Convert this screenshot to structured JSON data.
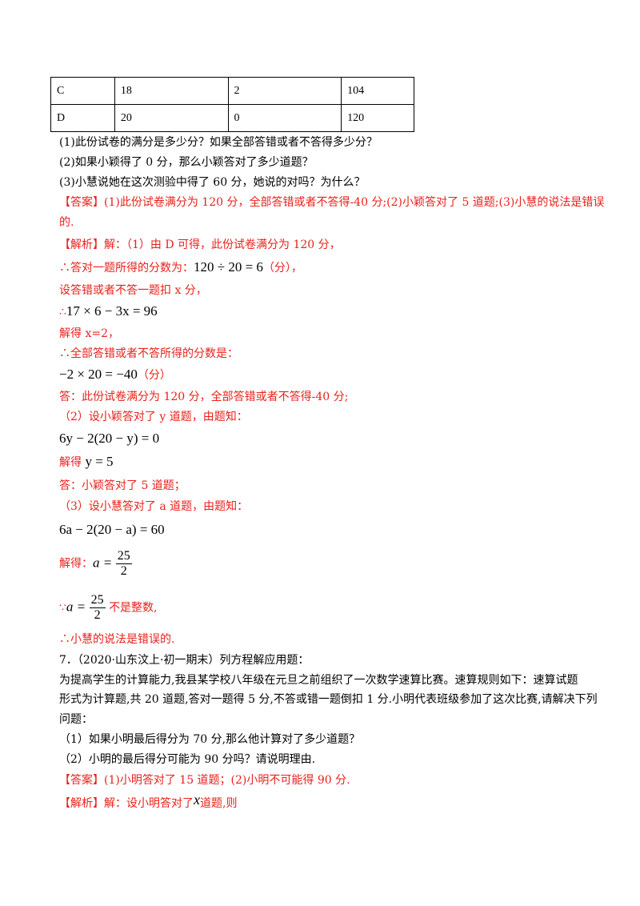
{
  "table": {
    "rows": [
      [
        "C",
        "18",
        "2",
        "104"
      ],
      [
        "D",
        "20",
        "0",
        "120"
      ]
    ]
  },
  "questions": {
    "q1": "(1)此份试卷的满分是多少分？如果全部答错或者不答得多少分？",
    "q2": "(2)如果小颖得了 0 分，那么小颖答对了多少道题？",
    "q3": "(3)小慧说她在这次测验中得了 60 分，她说的对吗？为什么？"
  },
  "answer6": {
    "tag": "【答案】",
    "text1": "(1)此份试卷满分为 120 分，全部答错或者不答得-40 分;(2)小颖答对了 5 道题;(3)小慧的说法是错误",
    "text2": "的."
  },
  "analysis6": {
    "tag": "【解析】",
    "l1": "解：（1）由 D 可得，此份试卷满分为 120 分，",
    "l2_pre": "∴答对一题所得的分数为：",
    "l2_math": "120 ÷ 20 = 6",
    "l2_post": "（分），",
    "l3": "设答错或者不答一题扣 x 分，",
    "l4_pre": "∴",
    "l4_math": "17 × 6 − 3x = 96",
    "l5": "解得 x=2，",
    "l6": "∴全部答错或者不答所得的分数是：",
    "l7_math": "−2 × 20 = −40",
    "l7_post": "（分）",
    "l8": "答：此份试卷满分为 120 分，全部答错或者不答得-40 分;",
    "l9": "（2）设小颖答对了 y 道题，由题知：",
    "l10_math": "6y − 2(20 − y) = 0",
    "l11_pre": "解得",
    "l11_math": "y = 5",
    "l12": "答：小颖答对了 5 道题；",
    "l13": "（3）设小慧答对了 a 道题，由题知：",
    "l14_math": "6a − 2(20 − a) = 60",
    "l15_pre": "解得：",
    "l15_lhs": "a =",
    "frac_num": "25",
    "frac_den": "2",
    "l16_pre": "∵",
    "l16_lhs": "a =",
    "l16_post": "不是整数,",
    "l17": "∴小慧的说法是错误的."
  },
  "problem7": {
    "header": "7．（2020·山东汶上·初一期末）列方程解应用题：",
    "p1": "为提高学生的计算能力,我县某学校八年级在元旦之前组织了一次数学速算比赛。速算规则如下：速算试题",
    "p2": "形式为计算题,共 20 道题,答对一题得 5 分,不答或错一题倒扣 1 分.小明代表班级参加了这次比赛,请解决下列",
    "p3": "问题：",
    "q1": "（1）如果小明最后得分为 70 分,那么他计算对了多少道题？",
    "q2": "（2）小明的最后得分可能为 90 分吗？请说明理由.",
    "answer_tag": "【答案】",
    "answer_text": "(1)小明答对了 15 道题；(2)小明不可能得 90 分.",
    "analysis_tag": "【解析】",
    "analysis_pre": "解：设小明答对了",
    "analysis_var": "x",
    "analysis_post": "道题,则"
  }
}
